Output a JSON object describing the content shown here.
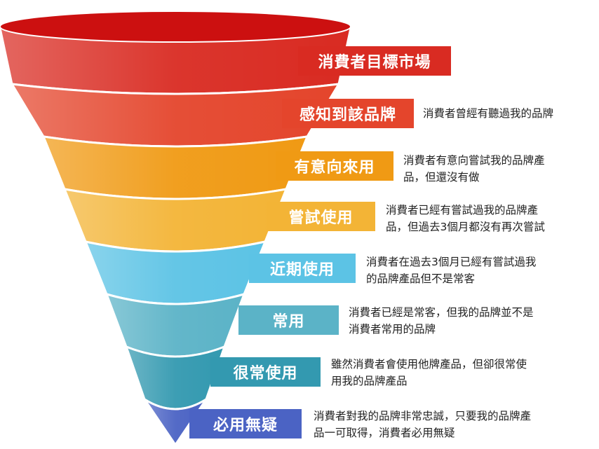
{
  "funnel": {
    "stages": [
      {
        "label": "消費者目標市場",
        "color": "#d92b22",
        "desc": []
      },
      {
        "label": "感知到該品牌",
        "color": "#e4452c",
        "desc": [
          "消費者曾經有聽過我的品牌"
        ]
      },
      {
        "label": "有意向來用",
        "color": "#f09a14",
        "desc": [
          "消費者有意向嘗試我的品牌產",
          "品，但還沒有做"
        ]
      },
      {
        "label": "嘗試使用",
        "color": "#f3b436",
        "desc": [
          "消費者已經有嘗試過我的品牌產",
          "品，但過去3個月都沒有再次嘗試"
        ]
      },
      {
        "label": "近期使用",
        "color": "#5cc3e5",
        "desc": [
          "消費者在過去3個月已經有嘗試過我",
          "的品牌產品但不是常客"
        ]
      },
      {
        "label": "常用",
        "color": "#5bb3c7",
        "desc": [
          "消費者已經是常客，但我的品牌並不是",
          "消費者常用的品牌"
        ]
      },
      {
        "label": "很常使用",
        "color": "#3399b0",
        "desc": [
          "雖然消費者會使用他牌產品，但卻很常使",
          "用我的品牌產品"
        ]
      },
      {
        "label": "必用無疑",
        "color": "#4b63c4",
        "desc": [
          "消費者對我的品牌非常忠誠，只要我的品牌產",
          "品一可取得，消費者必用無疑"
        ]
      }
    ]
  }
}
